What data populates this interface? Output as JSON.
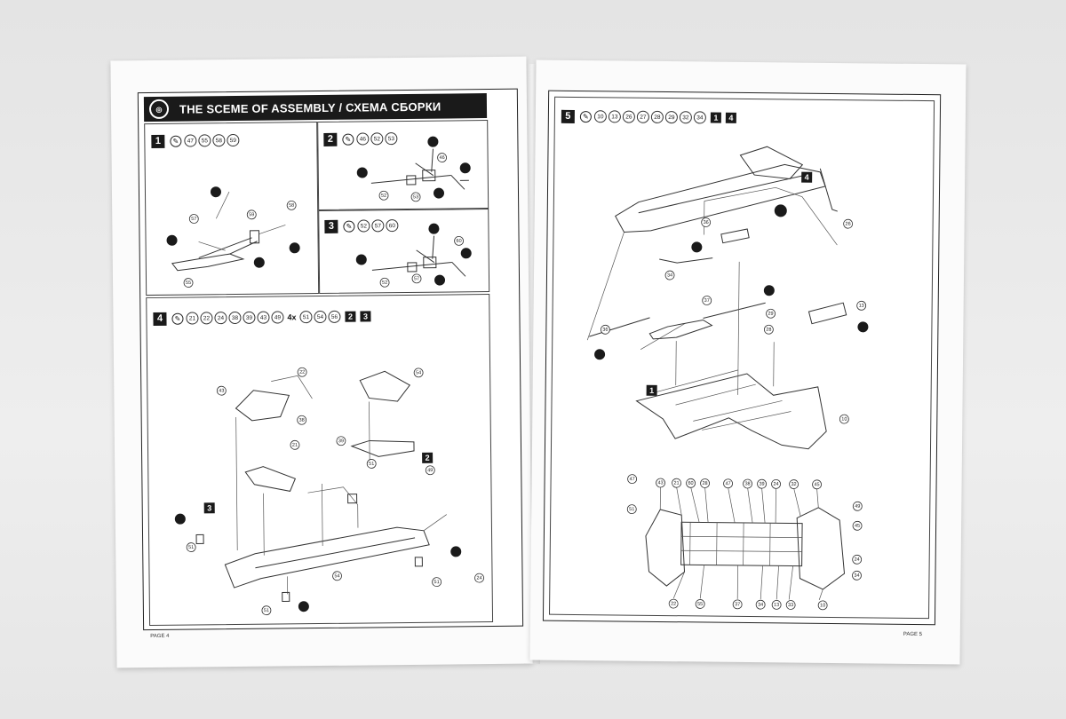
{
  "left_page": {
    "header_title": "THE SCEME OF ASSEMBLY / СХЕМА СБОРКИ",
    "page_number": "PAGE 4",
    "steps": [
      {
        "number": "1",
        "parts": [
          "47",
          "55",
          "58",
          "59"
        ],
        "subassemblies": []
      },
      {
        "number": "2",
        "parts": [
          "46",
          "52",
          "53"
        ],
        "subassemblies": []
      },
      {
        "number": "3",
        "parts": [
          "52",
          "57",
          "60"
        ],
        "subassemblies": []
      },
      {
        "number": "4",
        "parts": [
          "21",
          "22",
          "24",
          "38",
          "39",
          "43",
          "49"
        ],
        "multiplier": "4x",
        "parts_after": [
          "51",
          "54",
          "56"
        ],
        "subassemblies": [
          "2",
          "3"
        ]
      }
    ],
    "diagram_labels": {
      "step1": [
        "57",
        "59",
        "58",
        "55"
      ],
      "step2": [
        "46",
        "52",
        "53"
      ],
      "step3": [
        "52",
        "57",
        "60"
      ],
      "step4_callouts": [
        "43",
        "22",
        "54",
        "38",
        "39",
        "21",
        "24",
        "49",
        "51",
        "51",
        "54",
        "51",
        "51"
      ],
      "step4_sub_labels": [
        "3",
        "2"
      ]
    }
  },
  "right_page": {
    "page_number": "PAGE 5",
    "step": {
      "number": "5",
      "parts": [
        "10",
        "13",
        "26",
        "27",
        "28",
        "29",
        "32",
        "34"
      ],
      "subassemblies": [
        "1",
        "4"
      ]
    },
    "diagram_labels": {
      "top_sub": "4",
      "mid_sub": "1",
      "callouts": [
        "36",
        "26",
        "34",
        "37",
        "29",
        "28",
        "13",
        "36",
        "10"
      ],
      "plan_top": [
        "43",
        "21",
        "60",
        "28",
        "47",
        "38",
        "39",
        "24",
        "32",
        "45"
      ],
      "plan_side_left": [
        "47",
        "51"
      ],
      "plan_side_right": [
        "49",
        "45",
        "24",
        "34"
      ],
      "plan_bottom": [
        "22",
        "55",
        "37",
        "34",
        "13",
        "33",
        "10"
      ]
    }
  },
  "colors": {
    "ink": "#1a1a1a",
    "paper": "#fbfbfb",
    "table": "#e9e9e9"
  }
}
